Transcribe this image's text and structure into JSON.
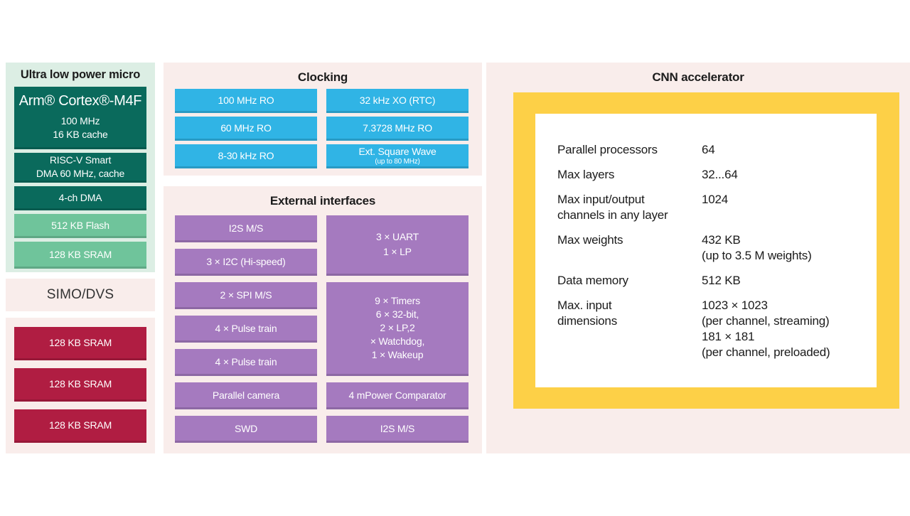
{
  "micro": {
    "title": "Ultra low power micro",
    "blocks": {
      "arm": {
        "title": "Arm® Cortex®-M4F",
        "line1": "100 MHz",
        "line2": "16 KB cache"
      },
      "riscv": {
        "line1": "RISC-V Smart",
        "line2": "DMA 60 MHz, cache"
      },
      "dma": {
        "line1": "4-ch DMA"
      },
      "flash": {
        "line1": "512 KB Flash"
      },
      "sram": {
        "line1": "128 KB SRAM"
      }
    }
  },
  "simo": {
    "title": "SIMO/DVS"
  },
  "sram_panel": {
    "blocks": [
      "128 KB SRAM",
      "128 KB SRAM",
      "128 KB SRAM"
    ]
  },
  "clocking": {
    "title": "Clocking",
    "left": [
      "100 MHz RO",
      "60 MHz RO",
      "8-30 kHz RO"
    ],
    "right": [
      "32 kHz XO (RTC)",
      "7.3728 MHz RO"
    ],
    "ext_wave": {
      "main": "Ext. Square Wave",
      "sub": "(up to 80 MHz)"
    }
  },
  "external": {
    "title": "External interfaces",
    "left": [
      "I2S M/S",
      "3 × I2C (Hi-speed)",
      "2 × SPI M/S",
      "4 × Pulse train",
      "4 × Pulse train",
      "Parallel camera",
      "SWD"
    ],
    "uart": {
      "line1": "3 × UART",
      "line2": "1 × LP"
    },
    "timers": {
      "line1": "9 × Timers",
      "line2": "6 × 32-bit,",
      "line3": "2 × LP,2",
      "line4": "× Watchdog,",
      "line5": "1 × Wakeup"
    },
    "comparator": "4 mPower Comparator",
    "i2s": "I2S M/S"
  },
  "cnn": {
    "title": "CNN accelerator",
    "specs": [
      {
        "label1": "Parallel processors",
        "value1": "64"
      },
      {
        "label1": "Max layers",
        "value1": "32...64"
      },
      {
        "label1": "Max input/output",
        "label2": "channels in any layer",
        "value1": "1024"
      },
      {
        "label1": "Max weights",
        "value1": "432 KB",
        "value2": "(up to 3.5 M weights)"
      },
      {
        "label1": "Data memory",
        "value1": "512 KB"
      },
      {
        "label1": "Max. input",
        "label2": "dimensions",
        "value1": "1023 × 1023",
        "value2": "(per channel, streaming)",
        "value3": "181 × 181",
        "value4": "(per channel, preloaded)"
      }
    ]
  },
  "colors": {
    "panel_pink": "#f9edeb",
    "panel_green": "#dceee4",
    "teal": "#0a6a5c",
    "mint": "#6fc49b",
    "crimson": "#b01d42",
    "blue": "#30b4e5",
    "purple": "#a57abf",
    "yellow": "#fdd047"
  }
}
